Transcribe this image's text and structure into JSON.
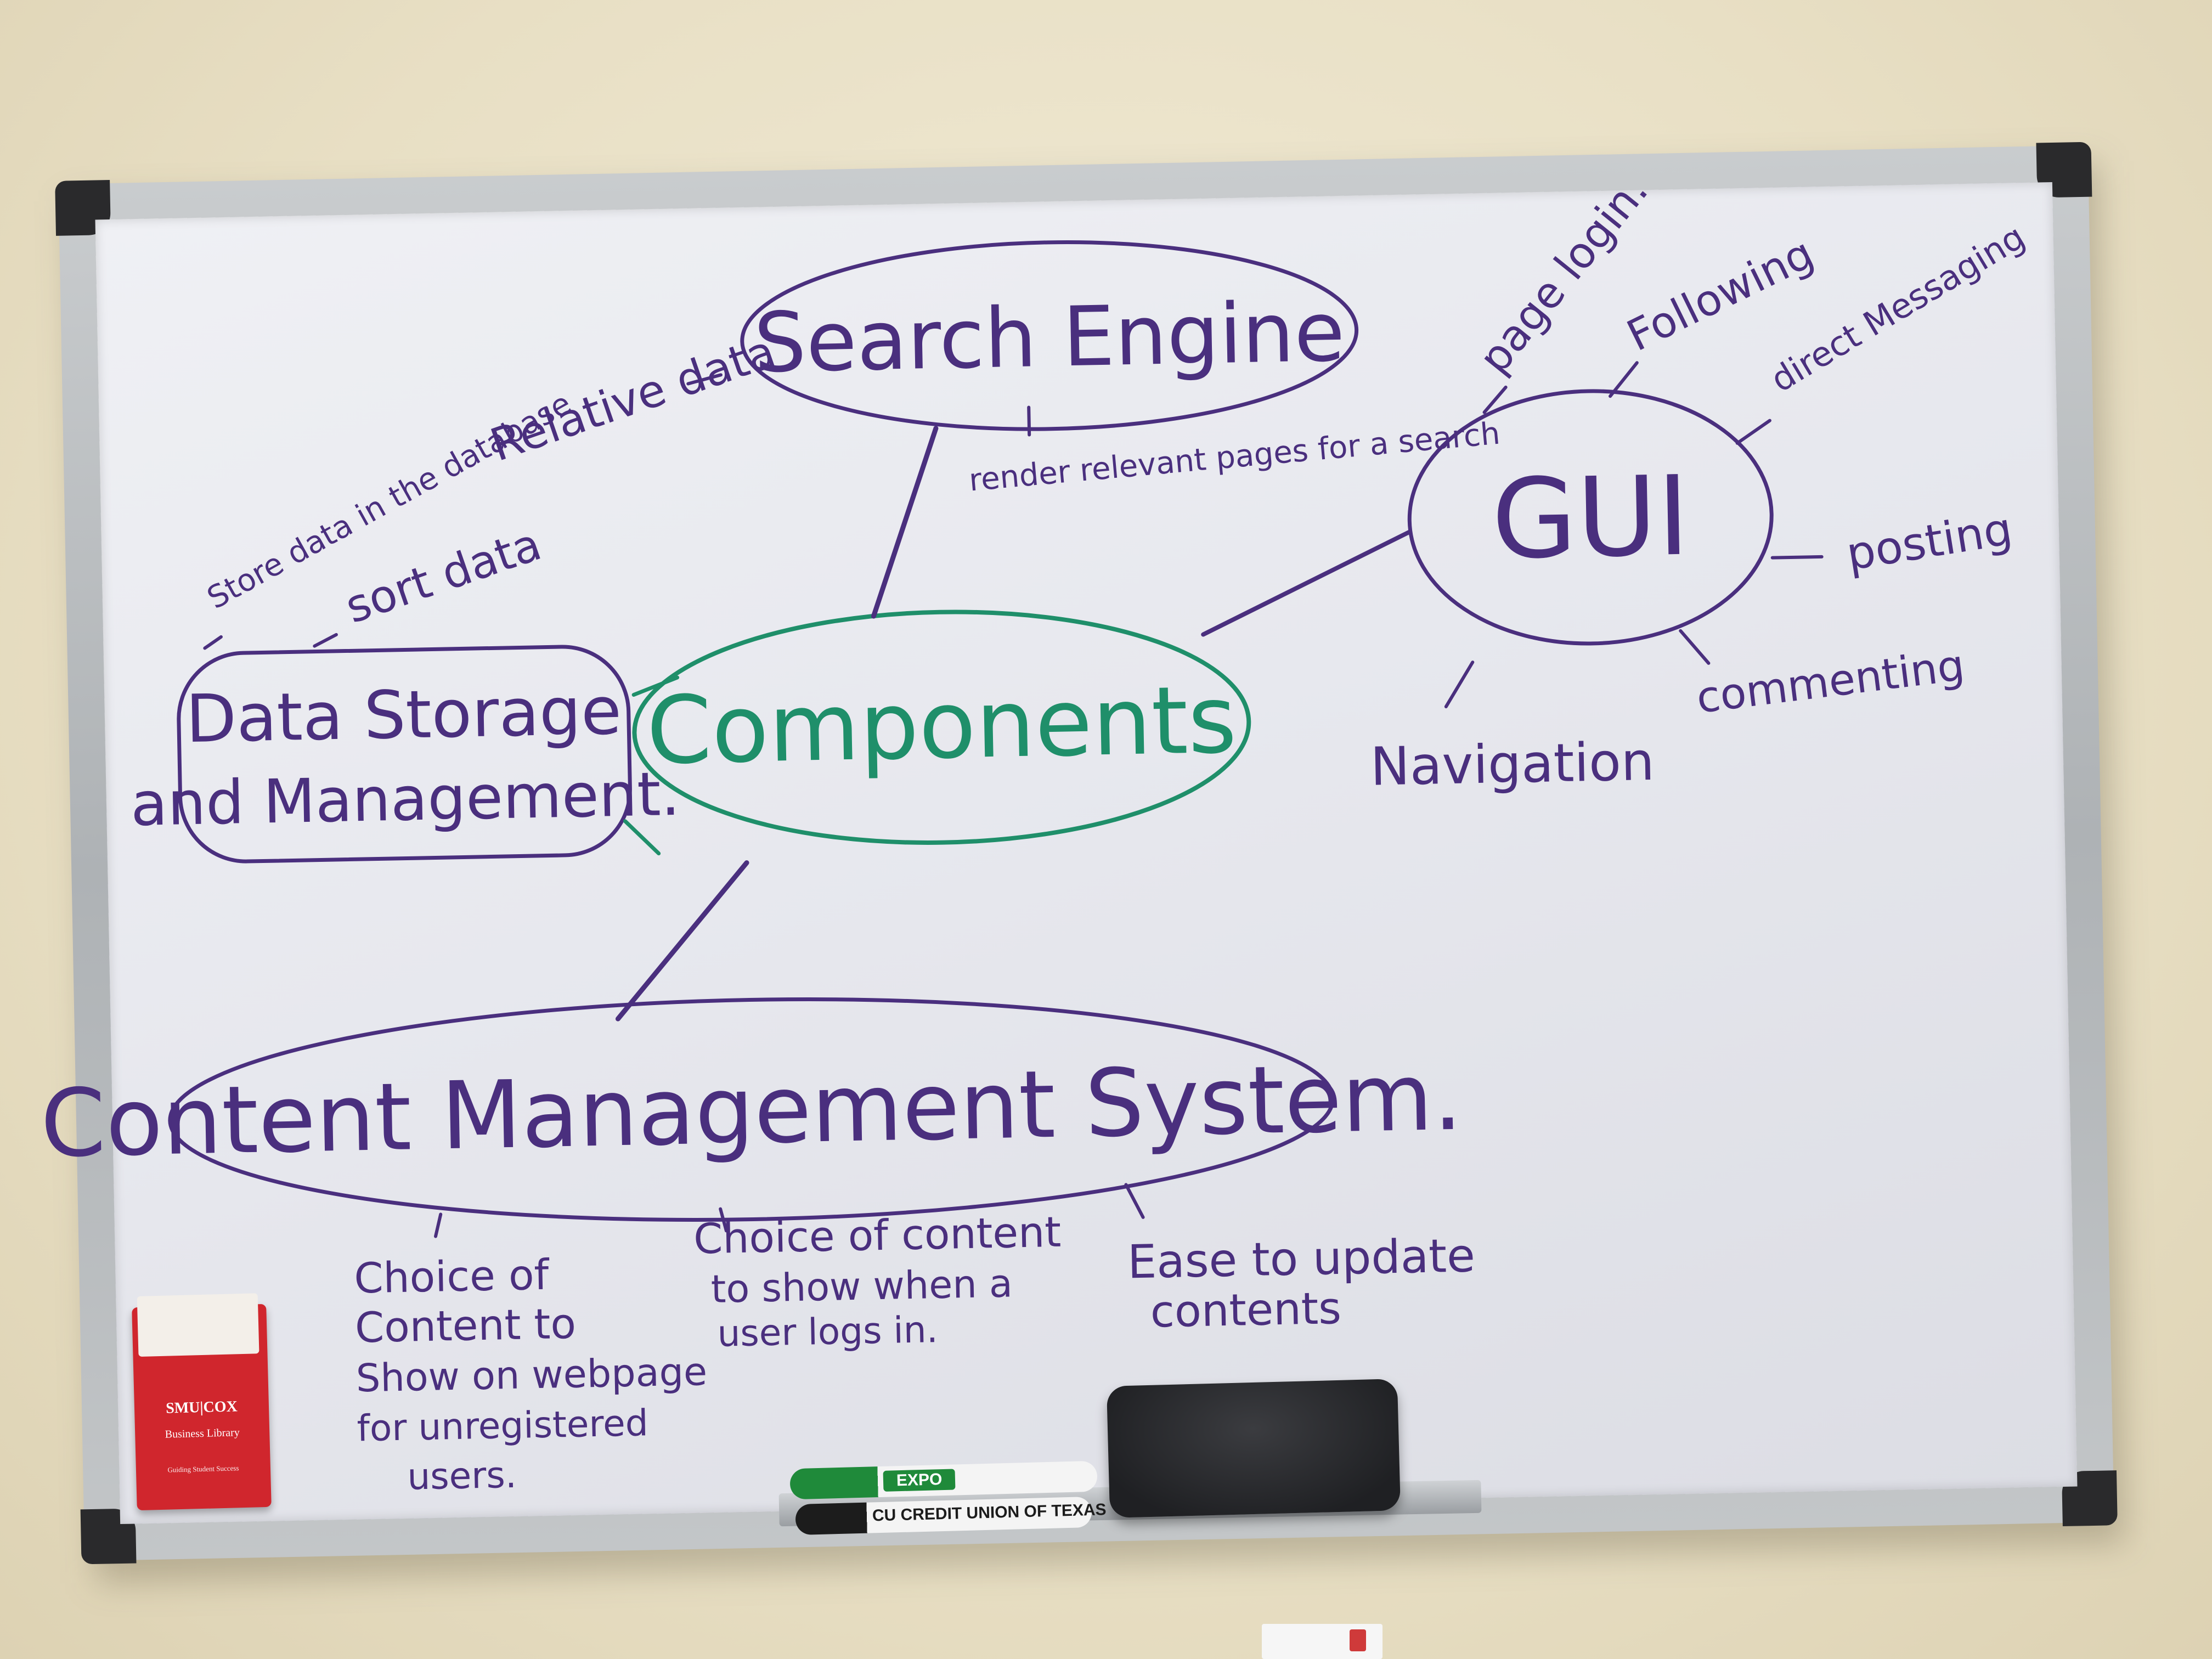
{
  "whiteboard": {
    "center": {
      "label": "Components"
    },
    "nodes": {
      "search_engine": {
        "label": "Search Engine",
        "note": "render relevant pages for a search"
      },
      "data_storage": {
        "label_line1": "Data Storage",
        "label_line2": "and Management.",
        "notes": [
          "Relative data",
          "Store data in the database",
          "sort data"
        ]
      },
      "gui": {
        "label": "GUI",
        "branches": [
          "page login.",
          "Following",
          "direct Messaging",
          "posting",
          "commenting",
          "Navigation"
        ]
      },
      "cms": {
        "label": "Content Management System.",
        "notes": [
          [
            "Choice of",
            "Content to",
            "Show on webpage",
            "for unregistered",
            "users."
          ],
          [
            "Choice of content",
            "to show when a",
            "user logs in."
          ],
          [
            "Ease to update",
            "contents"
          ]
        ]
      }
    }
  },
  "objects": {
    "marker_green_label": "EXPO",
    "marker_black_label": "CU CREDIT UNION OF TEXAS",
    "card_logo": "SMU|COX",
    "card_subtitle": "Business Library",
    "card_tagline": "Guiding Student Success"
  },
  "colors": {
    "ink_purple": "#4a2f7e",
    "ink_green": "#1f8f6a",
    "card_red": "#d0262d"
  }
}
